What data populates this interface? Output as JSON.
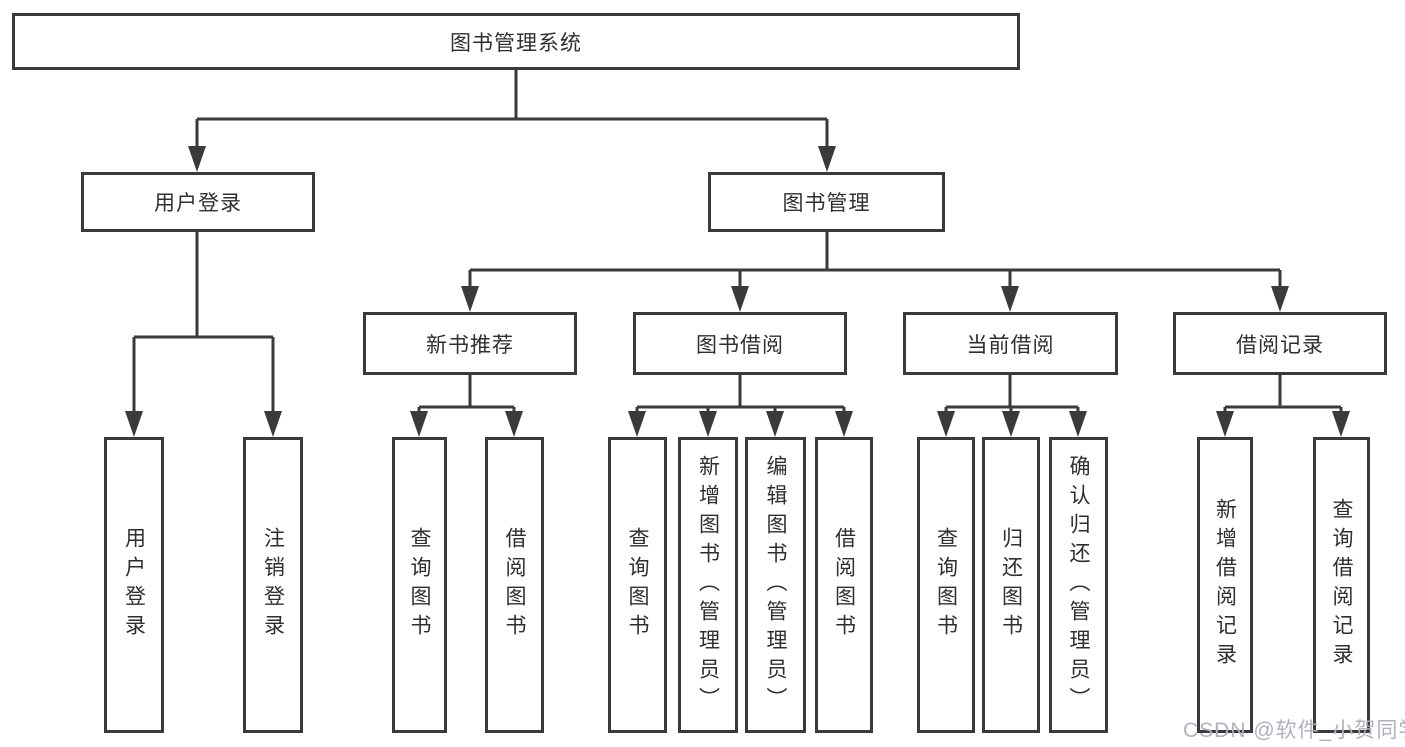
{
  "diagram": {
    "title": "图书管理系统",
    "nodes": {
      "root": {
        "label": "图书管理系统"
      },
      "user_login": {
        "label": "用户登录"
      },
      "book_mgmt": {
        "label": "图书管理"
      },
      "new_books": {
        "label": "新书推荐"
      },
      "book_borrow": {
        "label": "图书借阅"
      },
      "current_borrow": {
        "label": "当前借阅"
      },
      "borrow_records": {
        "label": "借阅记录"
      }
    },
    "leaves": {
      "user_login_1": "用户登录",
      "user_login_2": "注销登录",
      "new_books_1": "查询图书",
      "new_books_2": "借阅图书",
      "book_borrow_1": "查询图书",
      "book_borrow_2": "新增图书（管理员）",
      "book_borrow_3": "编辑图书（管理员）",
      "book_borrow_4": "借阅图书",
      "current_borrow_1": "查询图书",
      "current_borrow_2": "归还图书",
      "current_borrow_3": "确认归还（管理员）",
      "borrow_records_1": "新增借阅记录",
      "borrow_records_2": "查询借阅记录"
    },
    "colors": {
      "line": "#3a3a3a",
      "box_background": "#ffffff",
      "text": "#2f2f2f",
      "watermark": "#b0b0c0"
    },
    "watermark": "CSDN @软件_小贺同学"
  }
}
